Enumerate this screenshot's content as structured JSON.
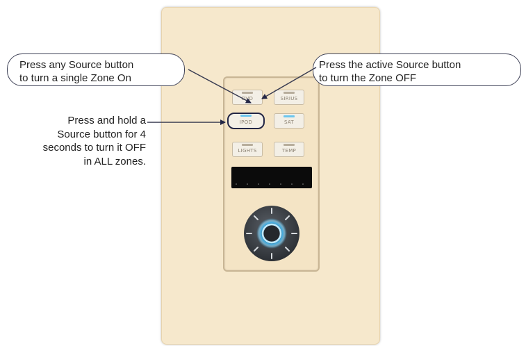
{
  "keypad": {
    "buttons": [
      {
        "label": "DVD",
        "led": "off"
      },
      {
        "label": "SIRIUS",
        "led": "off"
      },
      {
        "label": "IPOD",
        "led": "on",
        "highlighted": true
      },
      {
        "label": "SAT",
        "led": "on"
      },
      {
        "label": "LIGHTS",
        "led": "off"
      },
      {
        "label": "TEMP",
        "led": "off"
      }
    ],
    "led_on_color": "#6cc6ee",
    "knob_ring_color": "#3fb6f0"
  },
  "callouts": {
    "left_line1": "Press any Source button",
    "left_line2": "to turn a single Zone On",
    "right_line1": "Press the active Source button",
    "right_line2": "to turn the Zone OFF"
  },
  "hold_note": {
    "line1": "Press and hold a",
    "line2": "Source button for 4",
    "line3": "seconds to turn it OFF",
    "line4": "in ALL zones."
  }
}
